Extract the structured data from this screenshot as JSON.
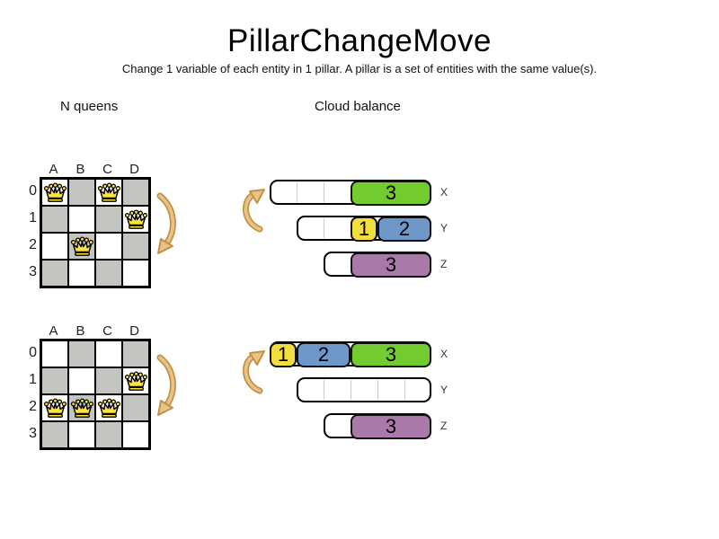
{
  "title": "PillarChangeMove",
  "subtitle": "Change 1 variable of each entity in 1 pillar. A pillar is a set of entities with the same value(s).",
  "colors": {
    "board_dark_cell": "#c3c6c0",
    "board_light_cell": "#ffffff",
    "queen_fill": "#ffe13d",
    "green": "#72cc30",
    "yellow": "#f2de3e",
    "blue": "#6f97c8",
    "purple": "#a97aa9",
    "arrow_fill": "#e7c389",
    "arrow_stroke": "#c49043"
  },
  "nqueens": {
    "label": "N queens",
    "column_headers": [
      "A",
      "B",
      "C",
      "D"
    ],
    "row_headers": [
      "0",
      "1",
      "2",
      "3"
    ],
    "boards": [
      {
        "name": "before",
        "queens": [
          {
            "row": 0,
            "col": 0
          },
          {
            "row": 0,
            "col": 2
          },
          {
            "row": 1,
            "col": 3
          },
          {
            "row": 2,
            "col": 1
          }
        ]
      },
      {
        "name": "after",
        "queens": [
          {
            "row": 1,
            "col": 3
          },
          {
            "row": 2,
            "col": 0
          },
          {
            "row": 2,
            "col": 1
          },
          {
            "row": 2,
            "col": 2
          }
        ]
      }
    ]
  },
  "cloud": {
    "label": "Cloud balance",
    "panels": [
      {
        "name": "before",
        "bars": [
          {
            "label": "X",
            "units": 6,
            "dividers": [
              1,
              2
            ],
            "blocks": [
              {
                "value": "3",
                "color": "green",
                "start": 3,
                "size": 3
              }
            ]
          },
          {
            "label": "Y",
            "units": 5,
            "dividers": [
              1
            ],
            "blocks": [
              {
                "value": "1",
                "color": "yellow",
                "start": 2,
                "size": 1
              },
              {
                "value": "2",
                "color": "blue",
                "start": 3,
                "size": 2
              }
            ]
          },
          {
            "label": "Z",
            "units": 4,
            "dividers": [],
            "blocks": [
              {
                "value": "3",
                "color": "purple",
                "start": 1,
                "size": 3
              }
            ]
          }
        ]
      },
      {
        "name": "after",
        "bars": [
          {
            "label": "X",
            "units": 6,
            "dividers": [],
            "blocks": [
              {
                "value": "1",
                "color": "yellow",
                "start": 0,
                "size": 1
              },
              {
                "value": "2",
                "color": "blue",
                "start": 1,
                "size": 2
              },
              {
                "value": "3",
                "color": "green",
                "start": 3,
                "size": 3
              }
            ]
          },
          {
            "label": "Y",
            "units": 5,
            "dividers": [
              1,
              2,
              3,
              4
            ],
            "blocks": []
          },
          {
            "label": "Z",
            "units": 4,
            "dividers": [],
            "blocks": [
              {
                "value": "3",
                "color": "purple",
                "start": 1,
                "size": 3
              }
            ]
          }
        ]
      }
    ]
  }
}
